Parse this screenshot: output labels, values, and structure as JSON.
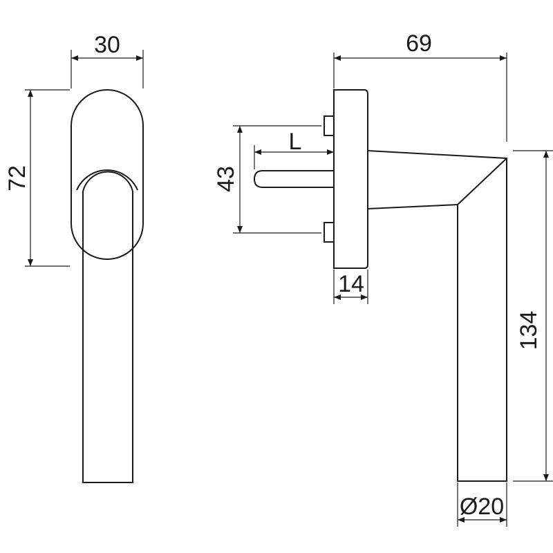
{
  "dimensions": {
    "width_rose": "30",
    "height_rose": "72",
    "square_spindle_pitch": "43",
    "spindle_length": "L",
    "overall_projection": "69",
    "rose_depth": "14",
    "handle_height": "134",
    "lever_diameter": "Ø20"
  }
}
